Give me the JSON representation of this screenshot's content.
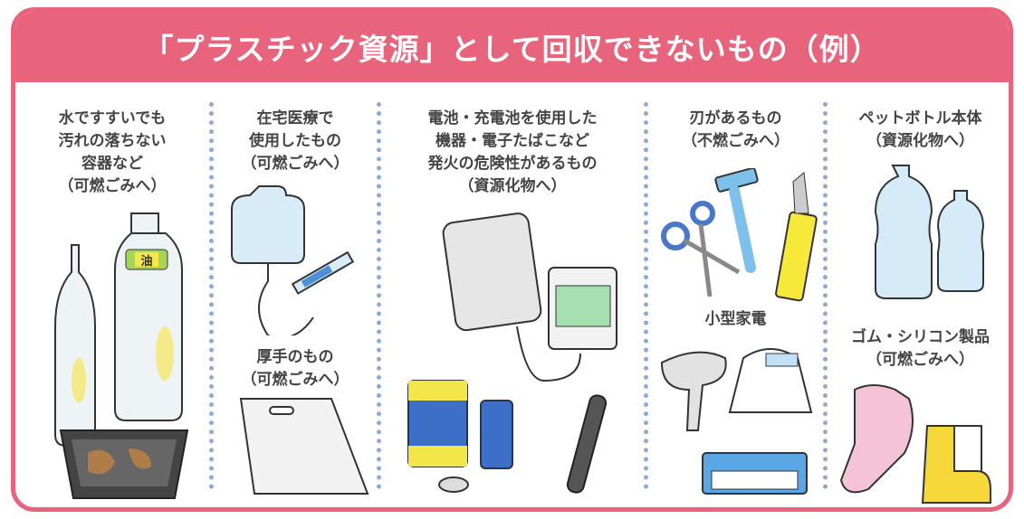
{
  "title": "「プラスチック資源」として回収できないもの（例）",
  "columns": [
    {
      "label": "水ですすいでも\n汚れの落ちない\n容器など\n（可燃ごみへ）"
    },
    {
      "label": "在宅医療で\n使用したもの\n（可燃ごみへ）",
      "label2": "厚手のもの\n（可燃ごみへ）"
    },
    {
      "label": "電池・充電池を使用した\n機器・電子たばこなど\n発火の危険性があるもの\n（資源化物へ）"
    },
    {
      "label": "刃があるもの\n（不燃ごみへ）",
      "label2": "小型家電"
    },
    {
      "label": "ペットボトル本体\n（資源化物へ）",
      "label2": "ゴム・シリコン製品\n（可燃ごみへ）"
    }
  ],
  "oil_label": "油",
  "colors": {
    "accent": "#e8637c",
    "divider": "#8fa9d6",
    "text": "#444444"
  }
}
